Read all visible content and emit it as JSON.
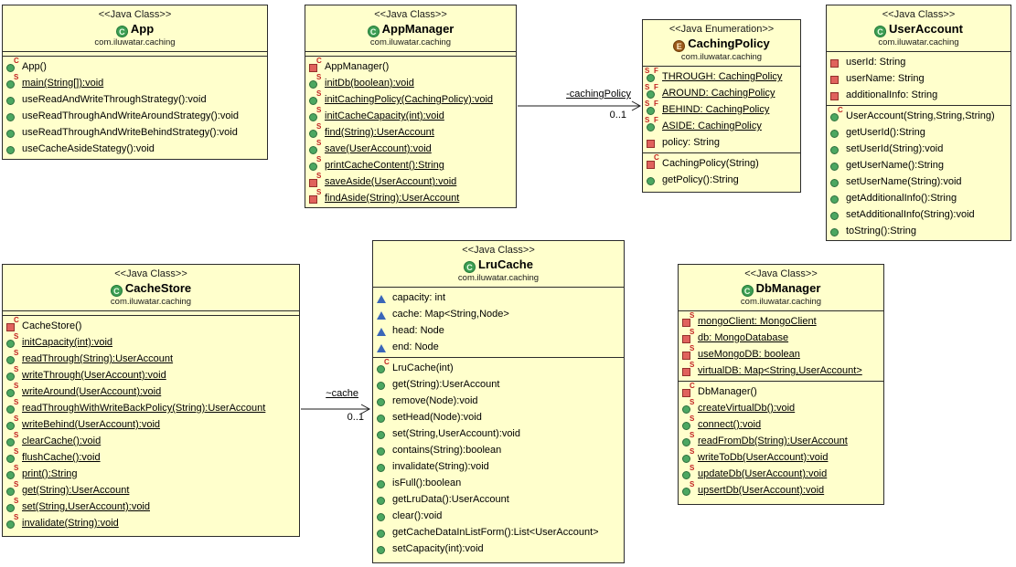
{
  "diagram": {
    "colors": {
      "box_fill": "#FFFFCC",
      "box_border": "#2B2B2B",
      "public_method_green": "#4CA761",
      "private_member_red": "#E0625C",
      "package_field_blue": "#3A66B8",
      "modifier_tag_red": "#C22222",
      "class_icon_green": "#3E9E54",
      "enum_icon_brown": "#9A5A1A"
    }
  },
  "classes": [
    {
      "stereotype": "<<Java Class>>",
      "icon_letter": "C",
      "name": "App",
      "package": "com.iluwatar.caching",
      "fields": [],
      "methods": [
        {
          "vis": "public",
          "tags": [
            "C"
          ],
          "label": "App()",
          "u": false
        },
        {
          "vis": "public",
          "tags": [
            "S"
          ],
          "label": "main(String[]):void",
          "u": true
        },
        {
          "vis": "public",
          "tags": [],
          "label": "useReadAndWriteThroughStrategy():void",
          "u": false
        },
        {
          "vis": "public",
          "tags": [],
          "label": "useReadThroughAndWriteAroundStrategy():void",
          "u": false
        },
        {
          "vis": "public",
          "tags": [],
          "label": "useReadThroughAndWriteBehindStrategy():void",
          "u": false
        },
        {
          "vis": "public",
          "tags": [],
          "label": "useCacheAsideStategy():void",
          "u": false
        }
      ]
    },
    {
      "stereotype": "<<Java Class>>",
      "icon_letter": "C",
      "name": "AppManager",
      "package": "com.iluwatar.caching",
      "fields": [],
      "methods": [
        {
          "vis": "private",
          "tags": [
            "C"
          ],
          "label": "AppManager()",
          "u": false
        },
        {
          "vis": "public",
          "tags": [
            "S"
          ],
          "label": "initDb(boolean):void",
          "u": true
        },
        {
          "vis": "public",
          "tags": [
            "S"
          ],
          "label": "initCachingPolicy(CachingPolicy):void",
          "u": true
        },
        {
          "vis": "public",
          "tags": [
            "S"
          ],
          "label": "initCacheCapacity(int):void",
          "u": true
        },
        {
          "vis": "public",
          "tags": [
            "S"
          ],
          "label": "find(String):UserAccount",
          "u": true
        },
        {
          "vis": "public",
          "tags": [
            "S"
          ],
          "label": "save(UserAccount):void",
          "u": true
        },
        {
          "vis": "public",
          "tags": [
            "S"
          ],
          "label": "printCacheContent():String",
          "u": true
        },
        {
          "vis": "private",
          "tags": [
            "S"
          ],
          "label": "saveAside(UserAccount):void",
          "u": true
        },
        {
          "vis": "private",
          "tags": [
            "S"
          ],
          "label": "findAside(String):UserAccount",
          "u": true
        }
      ]
    },
    {
      "stereotype": "<<Java Enumeration>>",
      "icon_letter": "E",
      "name": "CachingPolicy",
      "package": "com.iluwatar.caching",
      "fields": [
        {
          "vis": "public",
          "tags": [
            "S",
            "F"
          ],
          "label": "THROUGH: CachingPolicy",
          "u": true
        },
        {
          "vis": "public",
          "tags": [
            "S",
            "F"
          ],
          "label": "AROUND: CachingPolicy",
          "u": true
        },
        {
          "vis": "public",
          "tags": [
            "S",
            "F"
          ],
          "label": "BEHIND: CachingPolicy",
          "u": true
        },
        {
          "vis": "public",
          "tags": [
            "S",
            "F"
          ],
          "label": "ASIDE: CachingPolicy",
          "u": true
        },
        {
          "vis": "private",
          "tags": [],
          "label": "policy: String",
          "u": false
        }
      ],
      "methods": [
        {
          "vis": "private",
          "tags": [
            "C"
          ],
          "label": "CachingPolicy(String)",
          "u": false
        },
        {
          "vis": "public",
          "tags": [],
          "label": "getPolicy():String",
          "u": false
        }
      ]
    },
    {
      "stereotype": "<<Java Class>>",
      "icon_letter": "C",
      "name": "UserAccount",
      "package": "com.iluwatar.caching",
      "fields": [
        {
          "vis": "private",
          "tags": [],
          "label": "userId: String",
          "u": false
        },
        {
          "vis": "private",
          "tags": [],
          "label": "userName: String",
          "u": false
        },
        {
          "vis": "private",
          "tags": [],
          "label": "additionalInfo: String",
          "u": false
        }
      ],
      "methods": [
        {
          "vis": "public",
          "tags": [
            "C"
          ],
          "label": "UserAccount(String,String,String)",
          "u": false
        },
        {
          "vis": "public",
          "tags": [],
          "label": "getUserId():String",
          "u": false
        },
        {
          "vis": "public",
          "tags": [],
          "label": "setUserId(String):void",
          "u": false
        },
        {
          "vis": "public",
          "tags": [],
          "label": "getUserName():String",
          "u": false
        },
        {
          "vis": "public",
          "tags": [],
          "label": "setUserName(String):void",
          "u": false
        },
        {
          "vis": "public",
          "tags": [],
          "label": "getAdditionalInfo():String",
          "u": false
        },
        {
          "vis": "public",
          "tags": [],
          "label": "setAdditionalInfo(String):void",
          "u": false
        },
        {
          "vis": "public",
          "tags": [],
          "label": "toString():String",
          "u": false
        }
      ]
    },
    {
      "stereotype": "<<Java Class>>",
      "icon_letter": "C",
      "name": "CacheStore",
      "package": "com.iluwatar.caching",
      "fields": [],
      "methods": [
        {
          "vis": "private",
          "tags": [
            "C"
          ],
          "label": "CacheStore()",
          "u": false
        },
        {
          "vis": "public",
          "tags": [
            "S"
          ],
          "label": "initCapacity(int):void",
          "u": true
        },
        {
          "vis": "public",
          "tags": [
            "S"
          ],
          "label": "readThrough(String):UserAccount",
          "u": true
        },
        {
          "vis": "public",
          "tags": [
            "S"
          ],
          "label": "writeThrough(UserAccount):void",
          "u": true
        },
        {
          "vis": "public",
          "tags": [
            "S"
          ],
          "label": "writeAround(UserAccount):void",
          "u": true
        },
        {
          "vis": "public",
          "tags": [
            "S"
          ],
          "label": "readThroughWithWriteBackPolicy(String):UserAccount",
          "u": true
        },
        {
          "vis": "public",
          "tags": [
            "S"
          ],
          "label": "writeBehind(UserAccount):void",
          "u": true
        },
        {
          "vis": "public",
          "tags": [
            "S"
          ],
          "label": "clearCache():void",
          "u": true
        },
        {
          "vis": "public",
          "tags": [
            "S"
          ],
          "label": "flushCache():void",
          "u": true
        },
        {
          "vis": "public",
          "tags": [
            "S"
          ],
          "label": "print():String",
          "u": true
        },
        {
          "vis": "public",
          "tags": [
            "S"
          ],
          "label": "get(String):UserAccount",
          "u": true
        },
        {
          "vis": "public",
          "tags": [
            "S"
          ],
          "label": "set(String,UserAccount):void",
          "u": true
        },
        {
          "vis": "public",
          "tags": [
            "S"
          ],
          "label": "invalidate(String):void",
          "u": true
        }
      ]
    },
    {
      "stereotype": "<<Java Class>>",
      "icon_letter": "C",
      "name": "LruCache",
      "package": "com.iluwatar.caching",
      "fields": [
        {
          "vis": "package",
          "tags": [],
          "label": "capacity: int",
          "u": false
        },
        {
          "vis": "package",
          "tags": [],
          "label": "cache: Map<String,Node>",
          "u": false
        },
        {
          "vis": "package",
          "tags": [],
          "label": "head: Node",
          "u": false
        },
        {
          "vis": "package",
          "tags": [],
          "label": "end: Node",
          "u": false
        }
      ],
      "methods": [
        {
          "vis": "public",
          "tags": [
            "C"
          ],
          "label": "LruCache(int)",
          "u": false
        },
        {
          "vis": "public",
          "tags": [],
          "label": "get(String):UserAccount",
          "u": false
        },
        {
          "vis": "public",
          "tags": [],
          "label": "remove(Node):void",
          "u": false
        },
        {
          "vis": "public",
          "tags": [],
          "label": "setHead(Node):void",
          "u": false
        },
        {
          "vis": "public",
          "tags": [],
          "label": "set(String,UserAccount):void",
          "u": false
        },
        {
          "vis": "public",
          "tags": [],
          "label": "contains(String):boolean",
          "u": false
        },
        {
          "vis": "public",
          "tags": [],
          "label": "invalidate(String):void",
          "u": false
        },
        {
          "vis": "public",
          "tags": [],
          "label": "isFull():boolean",
          "u": false
        },
        {
          "vis": "public",
          "tags": [],
          "label": "getLruData():UserAccount",
          "u": false
        },
        {
          "vis": "public",
          "tags": [],
          "label": "clear():void",
          "u": false
        },
        {
          "vis": "public",
          "tags": [],
          "label": "getCacheDataInListForm():List<UserAccount>",
          "u": false
        },
        {
          "vis": "public",
          "tags": [],
          "label": "setCapacity(int):void",
          "u": false
        }
      ]
    },
    {
      "stereotype": "<<Java Class>>",
      "icon_letter": "C",
      "name": "DbManager",
      "package": "com.iluwatar.caching",
      "fields": [
        {
          "vis": "private",
          "tags": [
            "S"
          ],
          "label": "mongoClient: MongoClient",
          "u": true
        },
        {
          "vis": "private",
          "tags": [
            "S"
          ],
          "label": "db: MongoDatabase",
          "u": true
        },
        {
          "vis": "private",
          "tags": [
            "S"
          ],
          "label": "useMongoDB: boolean",
          "u": true
        },
        {
          "vis": "private",
          "tags": [
            "S"
          ],
          "label": "virtualDB: Map<String,UserAccount>",
          "u": true
        }
      ],
      "methods": [
        {
          "vis": "private",
          "tags": [
            "C"
          ],
          "label": "DbManager()",
          "u": false
        },
        {
          "vis": "public",
          "tags": [
            "S"
          ],
          "label": "createVirtualDb():void",
          "u": true
        },
        {
          "vis": "public",
          "tags": [
            "S"
          ],
          "label": "connect():void",
          "u": true
        },
        {
          "vis": "public",
          "tags": [
            "S"
          ],
          "label": "readFromDb(String):UserAccount",
          "u": true
        },
        {
          "vis": "public",
          "tags": [
            "S"
          ],
          "label": "writeToDb(UserAccount):void",
          "u": true
        },
        {
          "vis": "public",
          "tags": [
            "S"
          ],
          "label": "updateDb(UserAccount):void",
          "u": true
        },
        {
          "vis": "public",
          "tags": [
            "S"
          ],
          "label": "upsertDb(UserAccount):void",
          "u": true
        }
      ]
    }
  ],
  "connectors": [
    {
      "label": "-cachingPolicy",
      "multiplicity": "0..1",
      "from": "AppManager",
      "to": "CachingPolicy"
    },
    {
      "label": "~cache",
      "multiplicity": "0..1",
      "from": "CacheStore",
      "to": "LruCache"
    }
  ]
}
